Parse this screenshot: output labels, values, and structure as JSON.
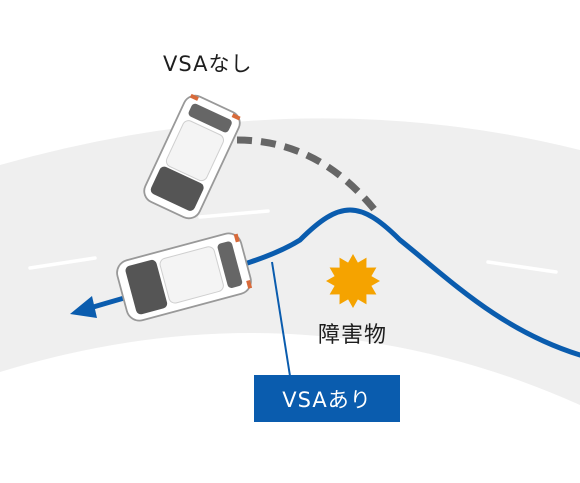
{
  "labels": {
    "without_vsa": "VSAなし",
    "obstacle": "障害物",
    "with_vsa": "VSAあり"
  },
  "colors": {
    "road": "#efefef",
    "lane_marking": "#ffffff",
    "vsa_path": "#0a5cae",
    "no_vsa_path": "#666666",
    "obstacle": "#f5a300",
    "car_body": "#ffffff",
    "car_glass": "#555555"
  }
}
